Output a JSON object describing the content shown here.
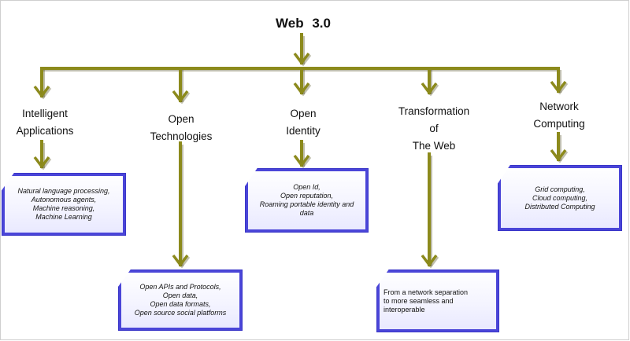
{
  "root": {
    "title": "Web 3.0"
  },
  "colors": {
    "connector": "#8c8a1c",
    "box_border": "#4a45d8"
  },
  "categories": [
    {
      "id": "intelligent",
      "label_lines": [
        "Intelligent",
        "Applications"
      ],
      "items": [
        "Natural language processing,",
        "Autonomous agents,",
        "Machine reasoning,",
        "Machine Learning"
      ]
    },
    {
      "id": "open-tech",
      "label_lines": [
        "Open",
        "Technologies"
      ],
      "items": [
        "Open APIs and Protocols,",
        "Open data,",
        "Open data formats,",
        "Open source social platforms"
      ]
    },
    {
      "id": "open-identity",
      "label_lines": [
        "Open",
        "Identity"
      ],
      "items": [
        "Open Id,",
        "Open reputation,",
        "Roaming portable identity and",
        "data"
      ]
    },
    {
      "id": "transformation",
      "label_lines": [
        "Transformation",
        "of",
        "The  Web"
      ],
      "items": [
        "From a network separation",
        "to more seamless and",
        "interoperable"
      ]
    },
    {
      "id": "network-computing",
      "label_lines": [
        "Network",
        "Computing"
      ],
      "items": [
        "Grid computing,",
        "Cloud computing,",
        "Distributed Computing"
      ]
    }
  ]
}
